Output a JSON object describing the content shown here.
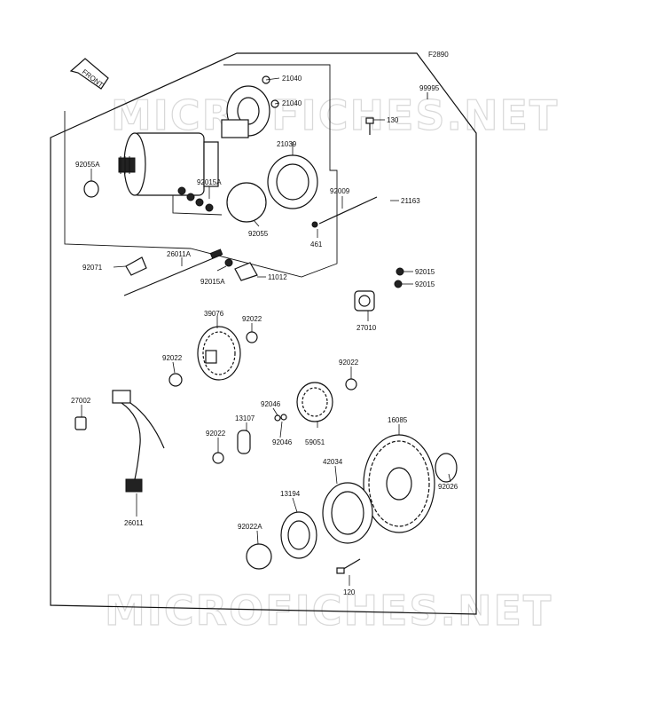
{
  "figure_code": "F2890",
  "front_label": "FRONT",
  "watermark": "MICROFICHES.NET",
  "assembly_ref": "99995",
  "callouts": {
    "c21040a": "21040",
    "c21040b": "21040",
    "c130a": "130",
    "c21039": "21039",
    "c92055A": "92055A",
    "c92015Aa": "92015A",
    "c92009": "92009",
    "c21163": "21163",
    "c92055": "92055",
    "c461": "461",
    "c26011A": "26011A",
    "c92071": "92071",
    "c92015Ab": "92015A",
    "c11012": "11012",
    "c92015a": "92015",
    "c92015b": "92015",
    "c27010": "27010",
    "c39076": "39076",
    "c92022a": "92022",
    "c92022b": "92022",
    "c92022c": "92022",
    "c27002": "27002",
    "c92046a": "92046",
    "c13107": "13107",
    "c92046b": "92046",
    "c59051": "59051",
    "c16085": "16085",
    "c92022d": "92022",
    "c42034": "42034",
    "c92026": "92026",
    "c13194": "13194",
    "c26011": "26011",
    "c92022A": "92022A",
    "c120": "120"
  },
  "colors": {
    "line": "#111111",
    "paper": "#ffffff",
    "watermark": "#d8d8d8"
  }
}
